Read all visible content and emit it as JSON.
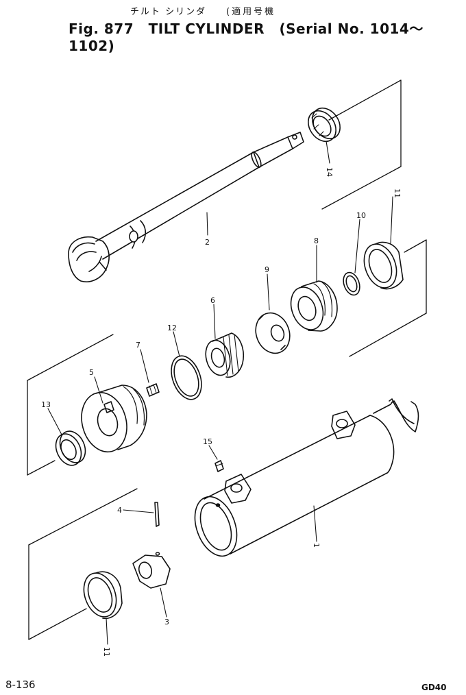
{
  "header": {
    "jp_title": "チルト シリンダ",
    "jp_applicable": "(適用号機",
    "fig": "Fig. 877",
    "title": "TILT CYLINDER",
    "serial": "(Serial No. 1014～1102)"
  },
  "footer": {
    "page": "8-136",
    "model": "GD40"
  },
  "callouts": {
    "c1": "1",
    "c2": "2",
    "c3": "3",
    "c4": "4",
    "c5": "5",
    "c6": "6",
    "c7": "7",
    "c8": "8",
    "c9": "9",
    "c10": "10",
    "c11a": "11",
    "c11b": "11",
    "c12": "12",
    "c13": "13",
    "c14": "14",
    "c15": "15"
  }
}
